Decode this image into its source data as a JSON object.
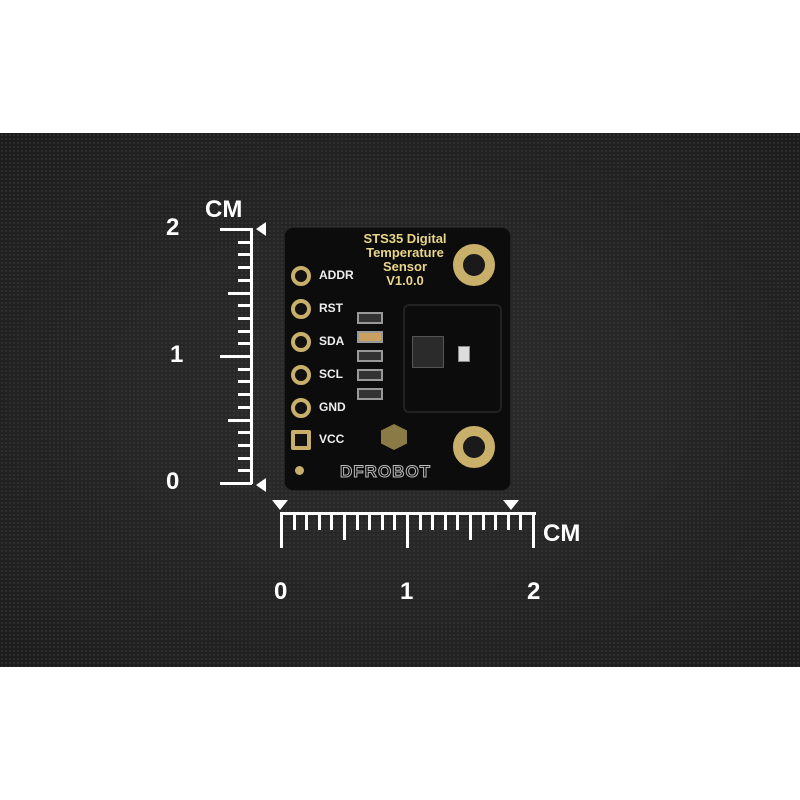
{
  "board": {
    "title_lines": [
      "STS35 Digital",
      "Temperature",
      "Sensor",
      "V1.0.0"
    ],
    "pins": [
      "ADDR",
      "RST",
      "SDA",
      "SCL",
      "GND",
      "VCC"
    ],
    "brand": "DFROBOT"
  },
  "vertical_ruler": {
    "unit": "CM",
    "labels": [
      "2",
      "1",
      "0"
    ]
  },
  "horizontal_ruler": {
    "unit": "CM",
    "labels": [
      "0",
      "1",
      "2"
    ]
  },
  "colors": {
    "pcb": "#0c0c0c",
    "gold": "#c9b06a",
    "background": "#252525"
  }
}
